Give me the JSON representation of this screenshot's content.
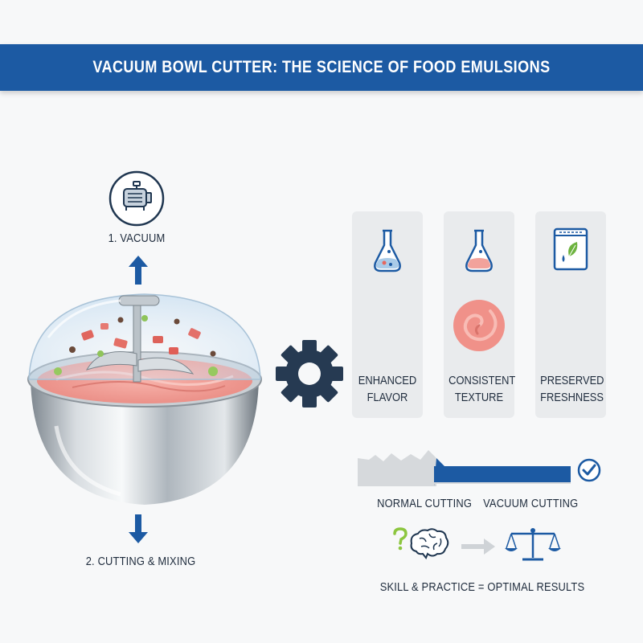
{
  "header": {
    "title": "VACUUM BOWL CUTTER: THE SCIENCE OF FOOD EMULSIONS"
  },
  "process": {
    "step1_label": "1. VACUUM",
    "step2_label": "2. CUTTING & MIXING",
    "step1_icon": "vacuum-pump-icon",
    "step2_icon": "arrow-down-icon"
  },
  "benefits": [
    {
      "line1": "ENHANCED",
      "line2": "FLAVOR",
      "icon": "flask-icon"
    },
    {
      "line1": "CONSISTENT",
      "line2": "TEXTURE",
      "icon": "flask-icon"
    },
    {
      "line1": "PRESERVED",
      "line2": "FRESHNESS",
      "icon": "leaf-bag-icon"
    }
  ],
  "comparison": {
    "normal_label": "NORMAL CUTTING",
    "vacuum_label": "VACUUM CUTTING",
    "check_icon": "check-circle-icon"
  },
  "skill": {
    "text": "SKILL & PRACTICE = OPTIMAL RESULTS",
    "icons": [
      "question-icon",
      "brain-icon",
      "arrow-right-icon",
      "balance-scale-icon"
    ]
  },
  "colors": {
    "brand_blue": "#1c5aa3",
    "dark_navy": "#1f2c3d",
    "card_gray": "#e9ebed",
    "emulsion_pink": "#f2958e",
    "leaf_green": "#6db33f"
  }
}
